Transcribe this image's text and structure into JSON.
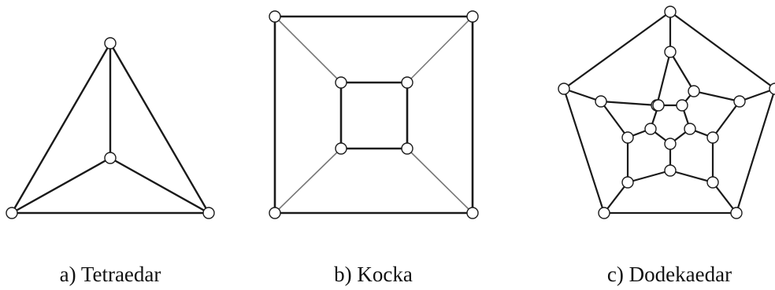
{
  "figures": [
    {
      "id": "tetrahedron",
      "caption": "a) Tetraedar",
      "vertices": [
        [
          "t0",
          140,
          55
        ],
        [
          "t1",
          15,
          271
        ],
        [
          "t2",
          265,
          271
        ],
        [
          "t3",
          140,
          201
        ]
      ],
      "edges": [
        [
          "t0",
          "t1"
        ],
        [
          "t0",
          "t2"
        ],
        [
          "t1",
          "t2"
        ],
        [
          "t0",
          "t3"
        ],
        [
          "t1",
          "t3"
        ],
        [
          "t2",
          "t3"
        ]
      ]
    },
    {
      "id": "cube",
      "caption": "b) Kocka",
      "vertices": [
        [
          "c0",
          349,
          21
        ],
        [
          "c1",
          600,
          21
        ],
        [
          "c2",
          600,
          271
        ],
        [
          "c3",
          349,
          271
        ],
        [
          "c4",
          433,
          105
        ],
        [
          "c5",
          517,
          105
        ],
        [
          "c6",
          517,
          189
        ],
        [
          "c7",
          433,
          189
        ]
      ],
      "edges": [
        [
          "c0",
          "c1"
        ],
        [
          "c1",
          "c2"
        ],
        [
          "c2",
          "c3"
        ],
        [
          "c3",
          "c0"
        ],
        [
          "c4",
          "c5"
        ],
        [
          "c5",
          "c6"
        ],
        [
          "c6",
          "c7"
        ],
        [
          "c7",
          "c4"
        ],
        [
          "c0",
          "c4"
        ],
        [
          "c1",
          "c5"
        ],
        [
          "c2",
          "c6"
        ],
        [
          "c3",
          "c7"
        ]
      ]
    },
    {
      "id": "dodecahedron",
      "caption": "c) Dodekaedar",
      "vertices": [
        [
          "o0",
          851,
          15
        ],
        [
          "o1",
          716,
          113
        ],
        [
          "o2",
          767,
          271
        ],
        [
          "o3",
          935,
          271
        ],
        [
          "o4",
          984,
          113
        ],
        [
          "m0",
          851,
          66
        ],
        [
          "m1",
          763,
          129
        ],
        [
          "m2",
          797,
          232
        ],
        [
          "m3",
          905,
          232
        ],
        [
          "m4",
          939,
          129
        ],
        [
          "i0",
          834,
          134
        ],
        [
          "i1",
          797,
          175
        ],
        [
          "i2",
          851,
          217
        ],
        [
          "i3",
          905,
          175
        ],
        [
          "i4",
          881,
          116
        ],
        [
          "k0",
          866,
          134
        ],
        [
          "k1",
          876,
          164
        ],
        [
          "k2",
          851,
          183
        ],
        [
          "k3",
          826,
          164
        ],
        [
          "k4",
          836,
          134
        ]
      ],
      "edges": [
        [
          "o0",
          "o1"
        ],
        [
          "o1",
          "o2"
        ],
        [
          "o2",
          "o3"
        ],
        [
          "o3",
          "o4"
        ],
        [
          "o4",
          "o0"
        ],
        [
          "o0",
          "m0"
        ],
        [
          "o1",
          "m1"
        ],
        [
          "o2",
          "m2"
        ],
        [
          "o3",
          "m3"
        ],
        [
          "o4",
          "m4"
        ],
        [
          "m0",
          "i0"
        ],
        [
          "i0",
          "m1"
        ],
        [
          "m1",
          "i1"
        ],
        [
          "i1",
          "m2"
        ],
        [
          "m2",
          "i2"
        ],
        [
          "i2",
          "m3"
        ],
        [
          "m3",
          "i3"
        ],
        [
          "i3",
          "m4"
        ],
        [
          "m4",
          "i4"
        ],
        [
          "i4",
          "m0"
        ],
        [
          "k0",
          "k1"
        ],
        [
          "k1",
          "k2"
        ],
        [
          "k2",
          "k3"
        ],
        [
          "k3",
          "k4"
        ],
        [
          "k4",
          "k0"
        ],
        [
          "i4",
          "k0"
        ],
        [
          "i3",
          "k1"
        ],
        [
          "i2",
          "k2"
        ],
        [
          "i1",
          "k3"
        ],
        [
          "i0",
          "k4"
        ]
      ]
    }
  ]
}
